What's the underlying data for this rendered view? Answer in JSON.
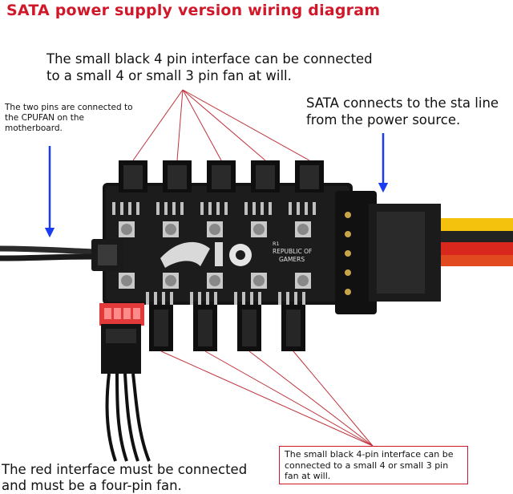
{
  "title": "SATA power supply version wiring diagram",
  "notes": {
    "top": "The small black 4 pin interface can be connected to a small 4 or small 3 pin fan at will.",
    "left": "The two pins are connected to the CPUFAN on the motherboard.",
    "right": "SATA connects to the sta line from the power source.",
    "bottom_left": "The red interface must be connected and must be a four-pin fan.",
    "bottom_right": "The small black 4-pin interface can be connected to a small 4 or small 3 pin fan at will."
  },
  "board": {
    "brand_line1": "REPUBLIC OF",
    "brand_line2": "GAMERS",
    "marking": "R1"
  },
  "colors": {
    "title": "#d0182a",
    "arrow": "#1a3cf0",
    "leader": "#c0323a",
    "board": "#151515",
    "red_header": "#e23a3a",
    "sata_body": "#1b1b1b"
  }
}
